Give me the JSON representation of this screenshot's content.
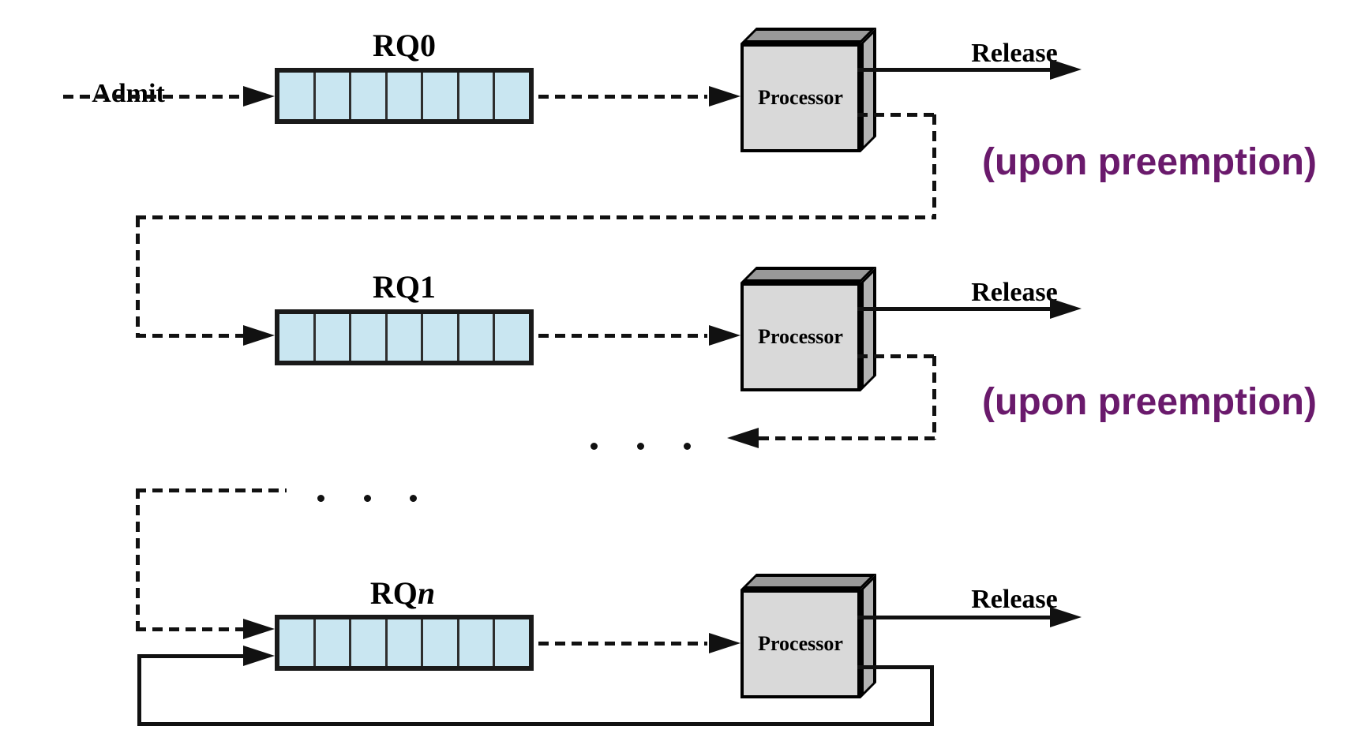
{
  "colors": {
    "line": "#111111",
    "queue_fill": "#c9e6f1",
    "queue_border": "#1a1a1a",
    "cell_divider": "#2e2e2e",
    "proc_front": "#d9d9d9",
    "proc_top": "#999999",
    "proc_side": "#b3b3b3",
    "note_purple": "#6a1a6c"
  },
  "labels": {
    "admit": "Admit",
    "processor": "Processor",
    "release": "Release",
    "preemption_note": "(upon preemption)"
  },
  "rows": [
    {
      "label_prefix": "RQ",
      "label_suffix": "0",
      "suffix_italic": false
    },
    {
      "label_prefix": "RQ",
      "label_suffix": "1",
      "suffix_italic": false
    },
    {
      "label_prefix": "RQ",
      "label_suffix": "n",
      "suffix_italic": true
    }
  ],
  "queue": {
    "cells": 7
  },
  "ellipsis": {
    "count": 3
  }
}
